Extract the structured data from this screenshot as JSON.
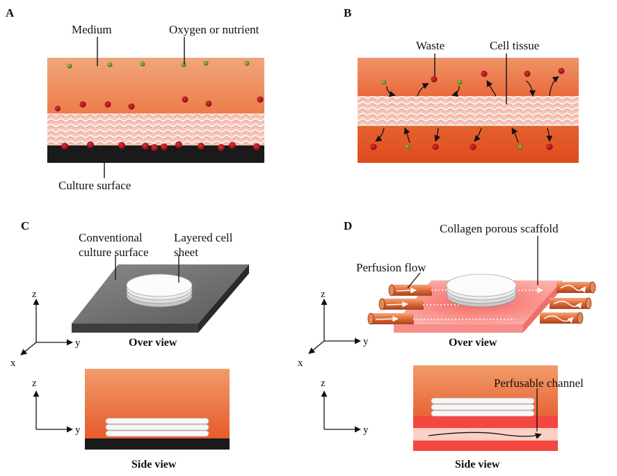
{
  "panels": {
    "a": {
      "letter": "A",
      "medium": "Medium",
      "oxygen": "Oxygen or nutrient",
      "surface": "Culture surface"
    },
    "b": {
      "letter": "B",
      "waste": "Waste",
      "tissue": "Cell tissue"
    },
    "c": {
      "letter": "C",
      "surface_line1": "Conventional",
      "surface_line2": "culture surface",
      "sheet_line1": "Layered cell",
      "sheet_line2": "sheet",
      "over_view": "Over view",
      "side_view": "Side view"
    },
    "d": {
      "letter": "D",
      "scaffold": "Collagen porous scaffold",
      "perfusion": "Perfusion flow",
      "channel": "Perfusable channel",
      "over_view": "Over view",
      "side_view": "Side view"
    }
  },
  "axes": {
    "z": "z",
    "y": "y",
    "x": "x"
  },
  "colors": {
    "medium": "#ef8e5c",
    "medium_dark": "#e4582a",
    "tissue": "#f6c6b9",
    "nutrient": "#6c8f25",
    "waste": "#b5111a",
    "scaffold": "#f4473f",
    "surface": "#555555"
  }
}
